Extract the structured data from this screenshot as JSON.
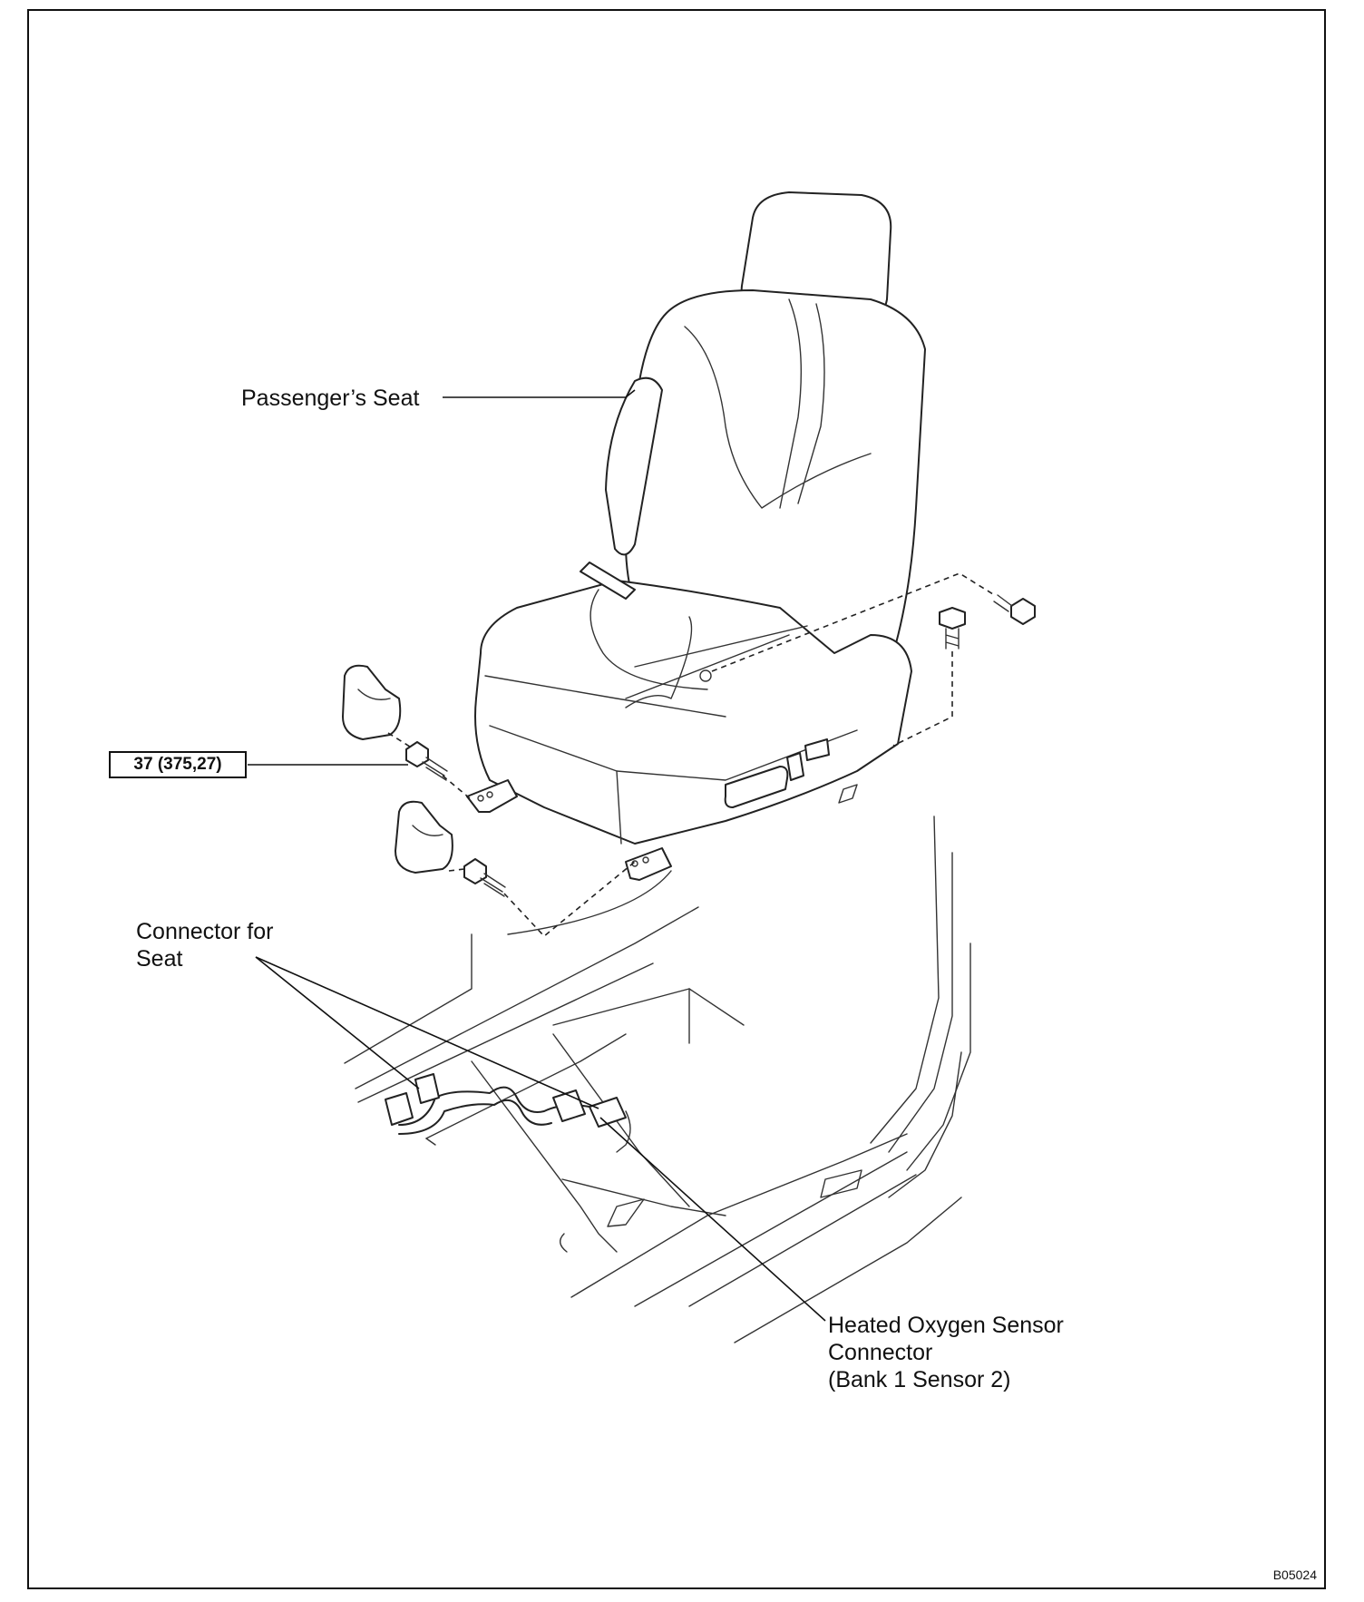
{
  "labels": {
    "passenger_seat": "Passenger’s Seat",
    "connector_for_seat": "Connector for Seat",
    "o2_sensor_line1": "Heated Oxygen Sensor",
    "o2_sensor_line2": "Connector",
    "o2_sensor_line3": "(Bank 1 Sensor 2)"
  },
  "torque_spec": "37 (375,27)",
  "figure_code": "B05024"
}
